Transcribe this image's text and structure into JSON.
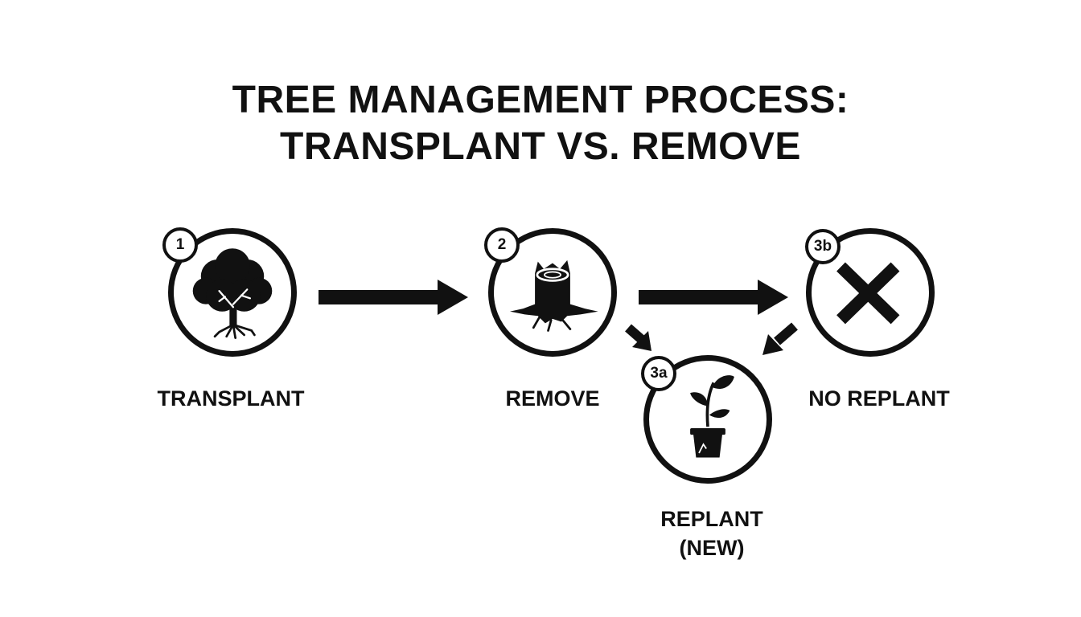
{
  "title": {
    "line1": "TREE MANAGEMENT PROCESS:",
    "line2": "TRANSPLANT VS. REMOVE"
  },
  "nodes": [
    {
      "id": "transplant",
      "badge": "1",
      "label": "TRANSPLANT",
      "icon": "tree-with-roots-icon"
    },
    {
      "id": "remove",
      "badge": "2",
      "label": "REMOVE",
      "icon": "tree-stump-icon"
    },
    {
      "id": "no-replant",
      "badge": "3b",
      "label": "NO REPLANT",
      "icon": "x-mark-icon"
    },
    {
      "id": "replant",
      "badge": "3a",
      "label_line1": "REPLANT",
      "label_line2": "(NEW)",
      "icon": "potted-seedling-icon"
    }
  ],
  "edges": [
    {
      "from": "transplant",
      "to": "remove"
    },
    {
      "from": "remove",
      "to": "no-replant"
    },
    {
      "from": "remove",
      "to": "replant"
    },
    {
      "from": "no-replant",
      "to": "replant"
    }
  ],
  "colors": {
    "ink": "#111111",
    "background": "#ffffff"
  }
}
